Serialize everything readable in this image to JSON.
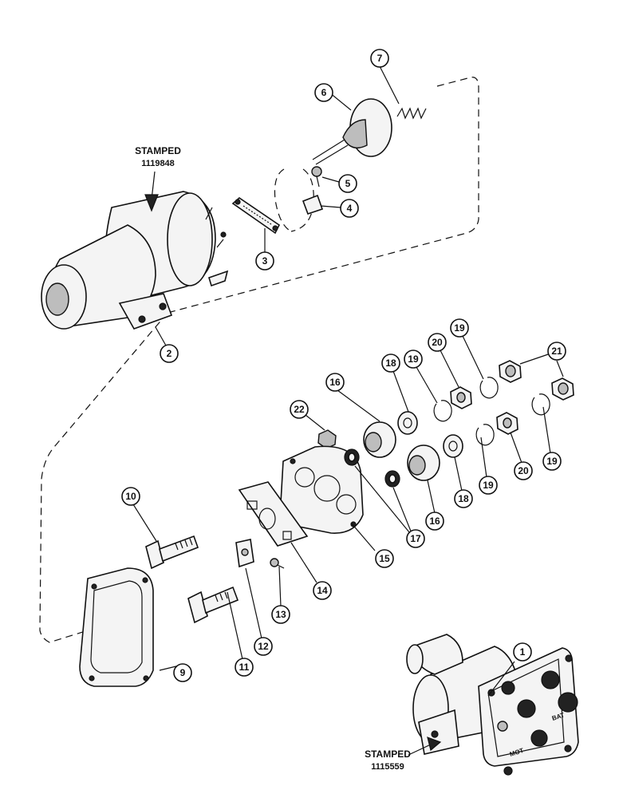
{
  "stamps": [
    {
      "label": "STAMPED",
      "number": "1119848"
    },
    {
      "label": "STAMPED",
      "number": "1115559"
    }
  ],
  "terminal_labels": {
    "bat": "BAT",
    "mot": "MOT"
  },
  "callouts": [
    "1",
    "2",
    "3",
    "4",
    "5",
    "6",
    "7",
    "9",
    "10",
    "11",
    "12",
    "13",
    "14",
    "15",
    "16",
    "16",
    "17",
    "18",
    "18",
    "19",
    "19",
    "19",
    "19",
    "20",
    "20",
    "21",
    "22"
  ]
}
